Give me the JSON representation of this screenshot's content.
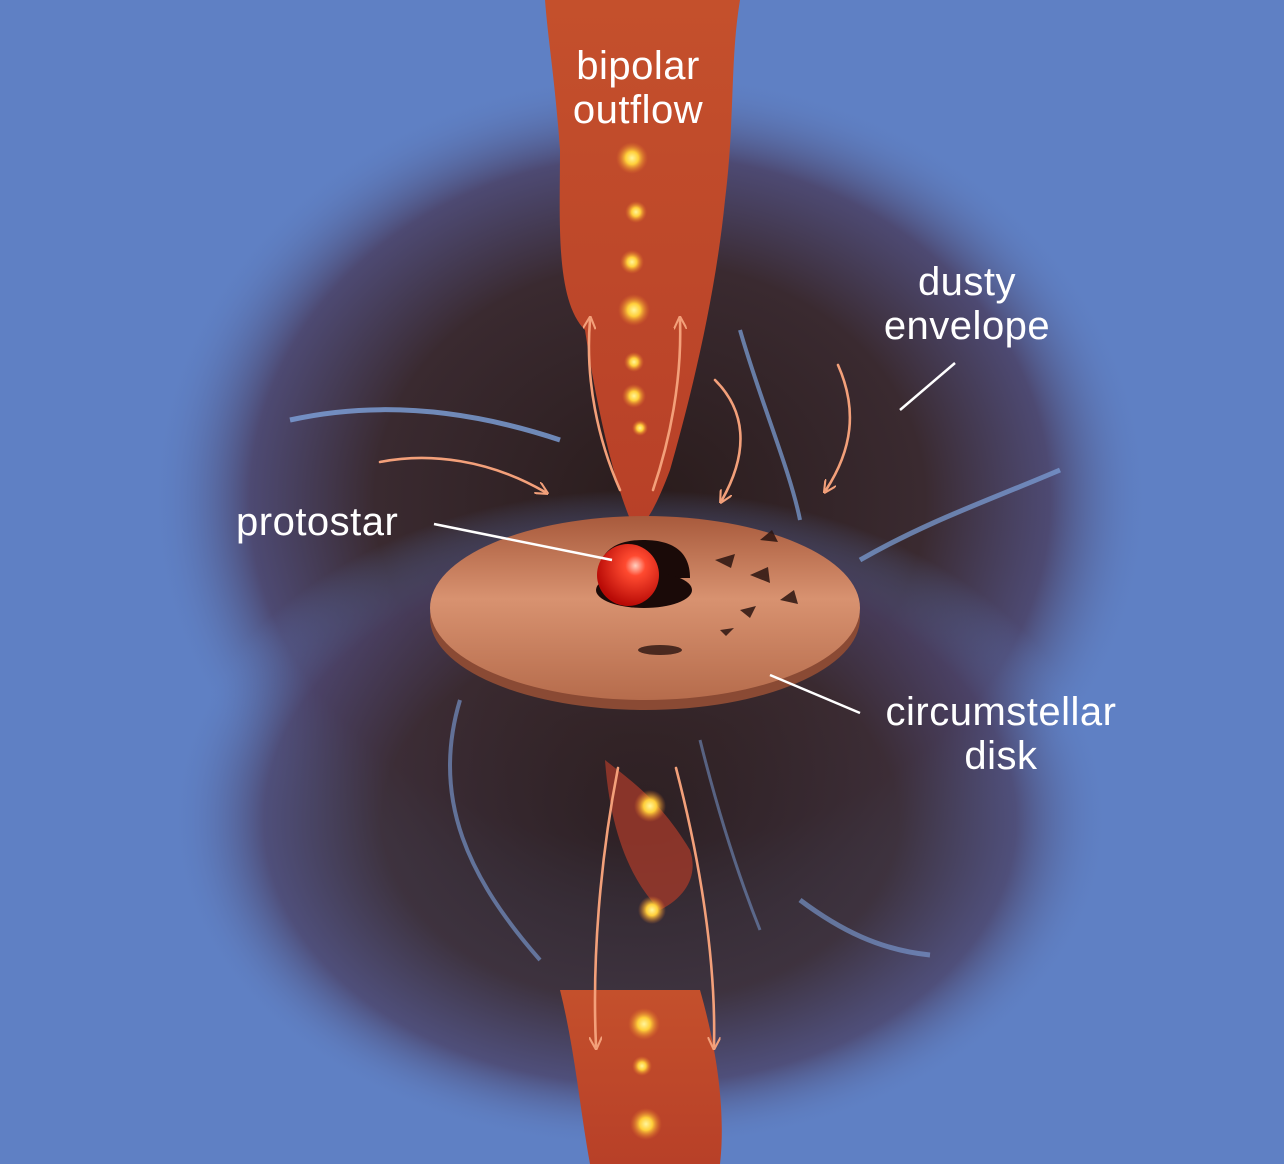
{
  "labels": {
    "bipolar_outflow": [
      "bipolar",
      "outflow"
    ],
    "dusty_envelope": [
      "dusty",
      "envelope"
    ],
    "protostar": "protostar",
    "circumstellar_disk": [
      "circumstellar",
      "disk"
    ]
  },
  "colors": {
    "background": "#5f80c4",
    "envelope": "#3a2a32",
    "outflow": "#c1472a",
    "knot": "#ffcf3a",
    "disk": "#c98566",
    "protostar": "#e0160f",
    "arrow": "#f3a07a",
    "leader": "#ffffff"
  }
}
